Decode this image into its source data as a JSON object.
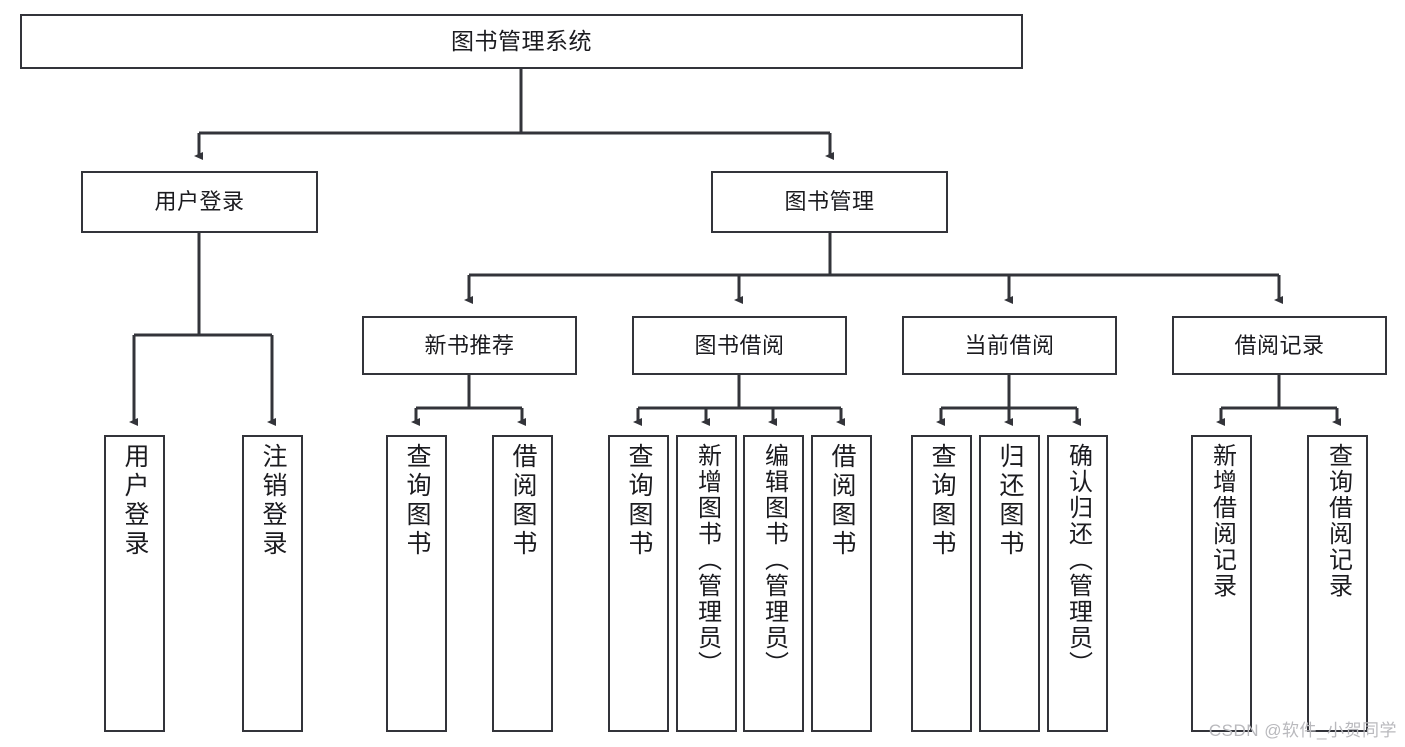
{
  "diagram": {
    "title": "图书管理系统",
    "type": "tree-hierarchy-chart",
    "stroke_color": "#33343a",
    "background_color": "#ffffff",
    "watermark": "CSDN @软件_小贺同学",
    "levels": {
      "root": {
        "label": "图书管理系统"
      },
      "level1": [
        {
          "id": "user-login",
          "label": "用户登录"
        },
        {
          "id": "book-manage",
          "label": "图书管理"
        }
      ],
      "level2": [
        {
          "id": "new-book-rec",
          "label": "新书推荐",
          "parent": "book-manage"
        },
        {
          "id": "book-borrow",
          "label": "图书借阅",
          "parent": "book-manage"
        },
        {
          "id": "current-borrow",
          "label": "当前借阅",
          "parent": "book-manage"
        },
        {
          "id": "borrow-record",
          "label": "借阅记录",
          "parent": "book-manage"
        }
      ],
      "leaves": [
        {
          "id": "leaf-user-login",
          "label": "用户登录",
          "parent": "user-login"
        },
        {
          "id": "leaf-logout",
          "label": "注销登录",
          "parent": "user-login"
        },
        {
          "id": "leaf-query-book-1",
          "label": "查询图书",
          "parent": "new-book-rec"
        },
        {
          "id": "leaf-borrow-book-1",
          "label": "借阅图书",
          "parent": "new-book-rec"
        },
        {
          "id": "leaf-query-book-2",
          "label": "查询图书",
          "parent": "book-borrow"
        },
        {
          "id": "leaf-add-book",
          "label": "新增图书（管理员）",
          "parent": "book-borrow"
        },
        {
          "id": "leaf-edit-book",
          "label": "编辑图书（管理员）",
          "parent": "book-borrow"
        },
        {
          "id": "leaf-borrow-book-2",
          "label": "借阅图书",
          "parent": "book-borrow"
        },
        {
          "id": "leaf-query-book-3",
          "label": "查询图书",
          "parent": "current-borrow"
        },
        {
          "id": "leaf-return-book",
          "label": "归还图书",
          "parent": "current-borrow"
        },
        {
          "id": "leaf-confirm-return",
          "label": "确认归还（管理员）",
          "parent": "current-borrow"
        },
        {
          "id": "leaf-add-record",
          "label": "新增借阅记录",
          "parent": "borrow-record"
        },
        {
          "id": "leaf-query-record",
          "label": "查询借阅记录",
          "parent": "borrow-record"
        }
      ]
    }
  }
}
